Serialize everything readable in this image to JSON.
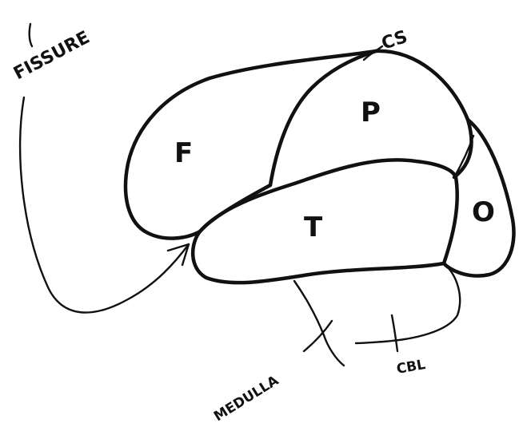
{
  "labels": {
    "fissure": "FISSURE",
    "cs": "CS",
    "frontal": "F",
    "parietal": "P",
    "temporal": "T",
    "occipital": "O",
    "medulla": "MEDULLA",
    "cbl": "CBL"
  }
}
